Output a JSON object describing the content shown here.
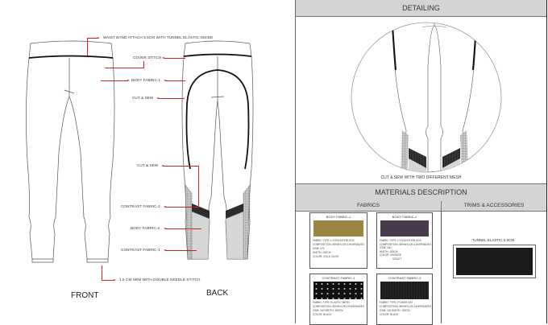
{
  "left_sheet": {
    "views": {
      "front": "FRONT",
      "back": "BACK"
    },
    "callouts": [
      {
        "text": "WAIST BAND ATTACH 5.5CM WITH TUNNEL ELASTIC INSIDE"
      },
      {
        "text": "COVER STITCH"
      },
      {
        "text": "BODY FABRIC-1"
      },
      {
        "text": "CUT & SEW"
      },
      {
        "text": "CUT & SEW"
      },
      {
        "text": "CONTRAST FABRIC-2"
      },
      {
        "text": "BODY FABRIC-2"
      },
      {
        "text": "CONTRAST FABRIC-1"
      },
      {
        "text": "1.5 CM HEM WITH DOUBLE NEEDLE STITCH"
      }
    ]
  },
  "detailing": {
    "header": "DETAILING",
    "caption": "CUT & SEW WITH TWO DIFFERENT MESH"
  },
  "materials": {
    "header": "MATERIALS DESCRIPTION",
    "fabrics_header": "FABRICS",
    "trims_header": "TRIMS & ACCESSORIES",
    "fabrics": [
      {
        "title": "BODY FABRIC-1",
        "color_hex": "#9c8443",
        "specs": [
          "FABRIC TYPE: LYCRA INTERLOCK",
          "COMPOSITION: 89%NYLON 11%SPANDEX",
          "GSM: 175",
          "WIDTH: 150CM",
          "COLOR: GOLD OLIVE"
        ]
      },
      {
        "title": "BODY FABRIC-2",
        "color_hex": "#4a3a4d",
        "specs": [
          "FABRIC TYPE: LYCRA INTERLOCK",
          "COMPOSITION: 89%NYLON 11%SPANDEX",
          "GSM: 160",
          "WIDTH: 150CM",
          "COLOR: VINTAGE",
          "VIOLET"
        ]
      },
      {
        "title": "CONTRAST FABRIC-1",
        "color_hex": "#111111",
        "specs": [
          "FABRIC TYPE: ELASTIC MESH",
          "COMPOSITION: 80%NYLON 20%SPANDEX",
          "GSM: 140  WIDTH: 150CM",
          "COLOR: BLACK"
        ]
      },
      {
        "title": "CONTRAST FABRIC-2",
        "color_hex": "#161616",
        "specs": [
          "FABRIC TYPE: POWER NET",
          "COMPOSITION: 85%NYLON 15%SPANDEX",
          "GSM: 115  WIDTH: 150CM",
          "COLOR: BLACK"
        ]
      }
    ],
    "trims": [
      {
        "title": "TUNNEL ELASTIC 5.5CM",
        "color_hex": "#1a1a1a"
      }
    ]
  }
}
